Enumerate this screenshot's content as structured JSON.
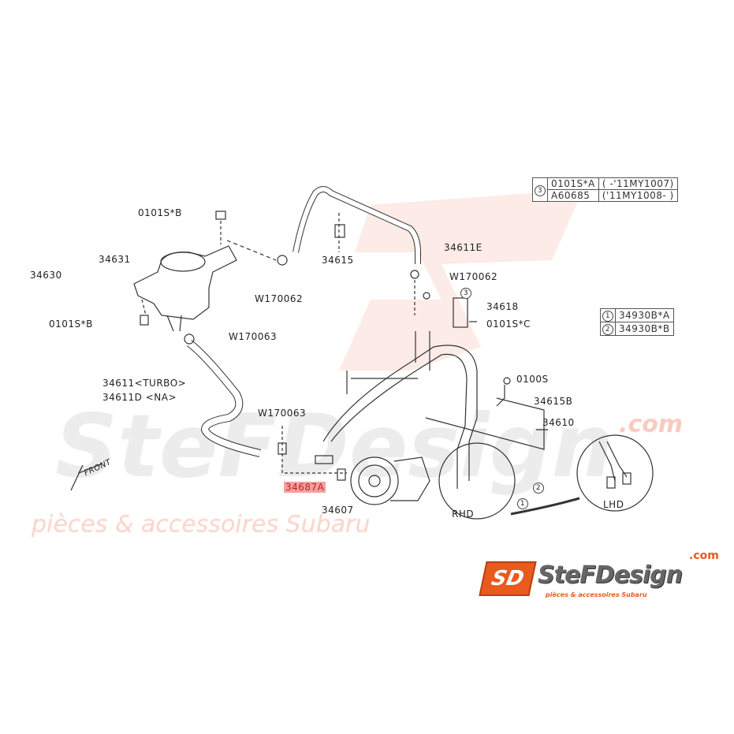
{
  "watermark": {
    "brand": "SteFDesign",
    "domain": ".com",
    "tagline": "pièces & accessoires Subaru"
  },
  "logo": {
    "mark": "SD",
    "brand": "SteFDesign",
    "domain": ".com",
    "tagline": "pièces & accessoires Subaru",
    "accent": "#e85a1e"
  },
  "highlight_color": "#f6a0a0",
  "labels": {
    "bolt_top": "0101S*B",
    "cap": "34631",
    "tank": "34630",
    "bolt_bottom": "0101S*B",
    "clamp_left_top": "W170062",
    "clip": "34615",
    "hose_e": "34611E",
    "clamp_right": "W170062",
    "bracket": "34618",
    "bolt_c": "0101S*C",
    "clamp_tank": "W170063",
    "hose_turbo": "34611<TURBO>",
    "hose_na": "34611D <NA>",
    "clamp_pump": "W170063",
    "bolt_0100": "0100S",
    "clip_b": "34615B",
    "pipe": "34610",
    "highlighted_part": "34687A",
    "pump": "34607",
    "rhd": "RHD",
    "lhd": "LHD",
    "front": "FRONT"
  },
  "table3": {
    "marker": "3",
    "rows": [
      {
        "part": "0101S*A",
        "range": "( -'11MY1007)"
      },
      {
        "part": "A60685",
        "range": "('11MY1008- )"
      }
    ]
  },
  "table12": {
    "rows": [
      {
        "marker": "1",
        "part": "34930B*A"
      },
      {
        "marker": "2",
        "part": "34930B*B"
      }
    ]
  },
  "callouts": {
    "c1": "1",
    "c2": "2",
    "c3": "3"
  }
}
